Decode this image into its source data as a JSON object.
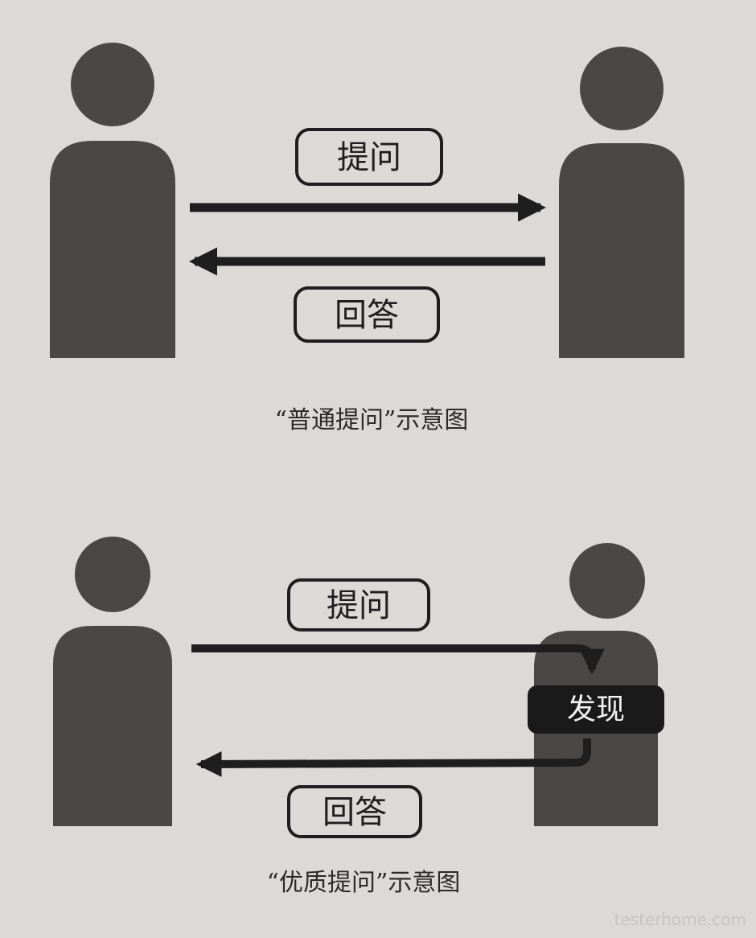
{
  "diagram_ordinary": {
    "question_label": "提问",
    "answer_label": "回答",
    "caption": "“普通提问”示意图"
  },
  "diagram_quality": {
    "question_label": "提问",
    "discovery_label": "发现",
    "answer_label": "回答",
    "caption": "“优质提问”示意图"
  },
  "watermark": "testerhome.com",
  "colors": {
    "background": "#dcdad7",
    "person": "#4a4847",
    "arrow": "#1e1e1e",
    "discovery_box": "#1a1a1a"
  }
}
